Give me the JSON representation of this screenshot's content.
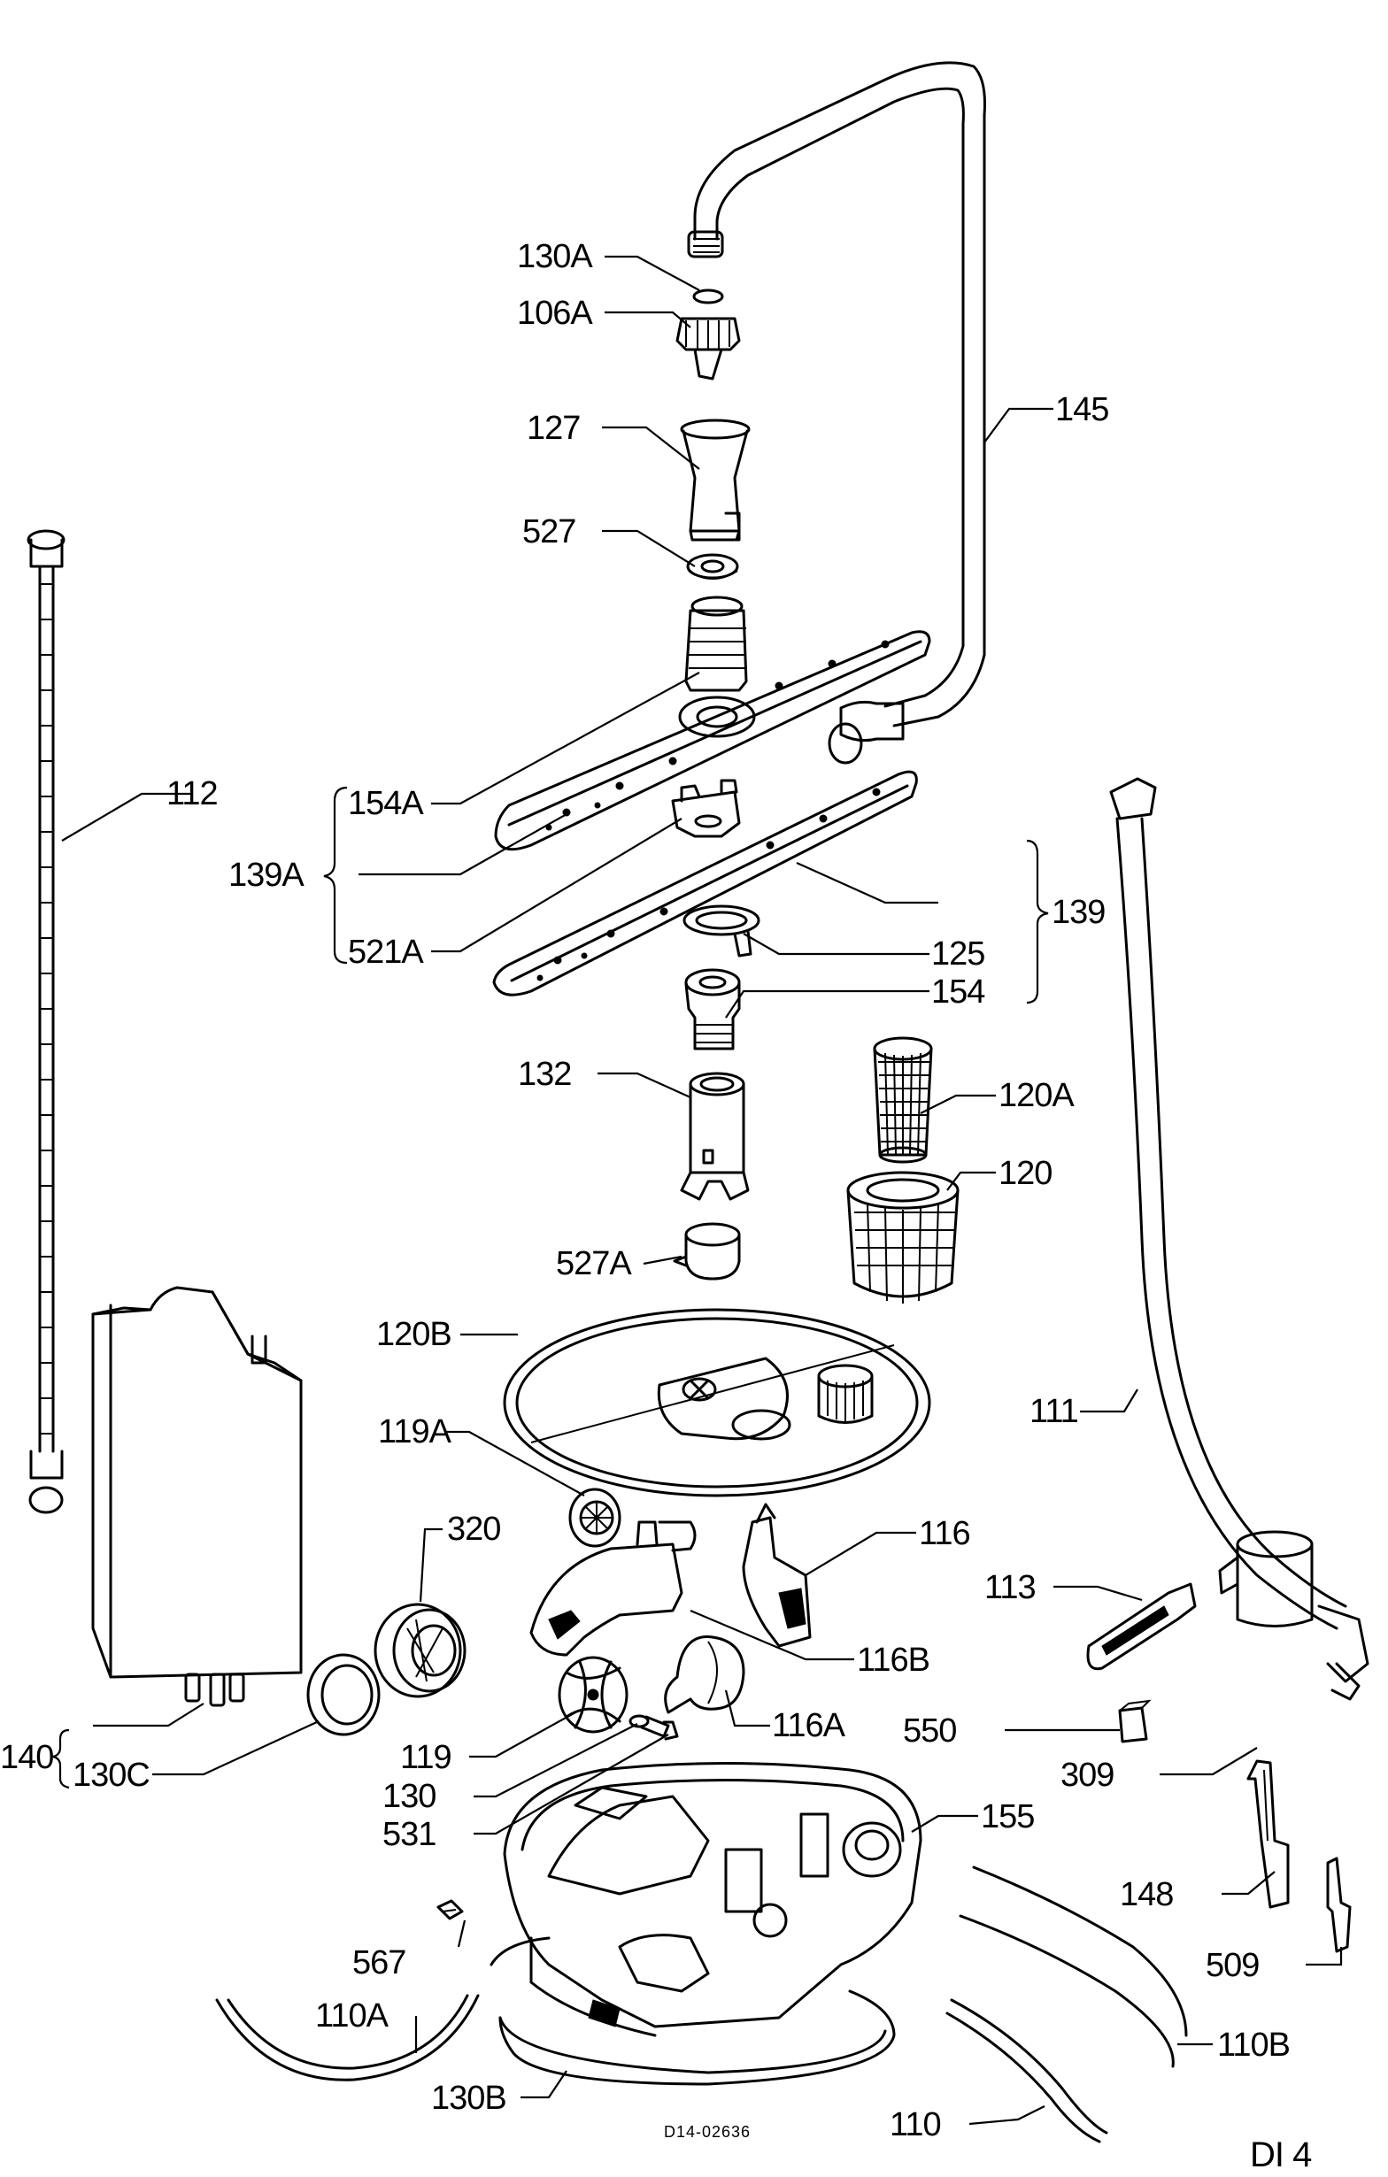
{
  "labels": {
    "l130A": "130A",
    "l106A": "106A",
    "l127": "127",
    "l145": "145",
    "l527": "527",
    "l112": "112",
    "l154A": "154A",
    "l139A": "139A",
    "l521A": "521A",
    "l139": "139",
    "l125": "125",
    "l154": "154",
    "l132": "132",
    "l120A": "120A",
    "l120": "120",
    "l527A": "527A",
    "l120B": "120B",
    "l111": "111",
    "l119A": "119A",
    "l320": "320",
    "l116": "116",
    "l113": "113",
    "l116B": "116B",
    "l140": "140",
    "l130C": "130C",
    "l116A": "116A",
    "l550": "550",
    "l119": "119",
    "l309": "309",
    "l130": "130",
    "l531": "531",
    "l155": "155",
    "l148": "148",
    "l567": "567",
    "l509": "509",
    "l110A": "110A",
    "l110B": "110B",
    "l130B": "130B",
    "l110": "110"
  },
  "drawing_code": "D14-02636",
  "sheet_id": "DI 4"
}
